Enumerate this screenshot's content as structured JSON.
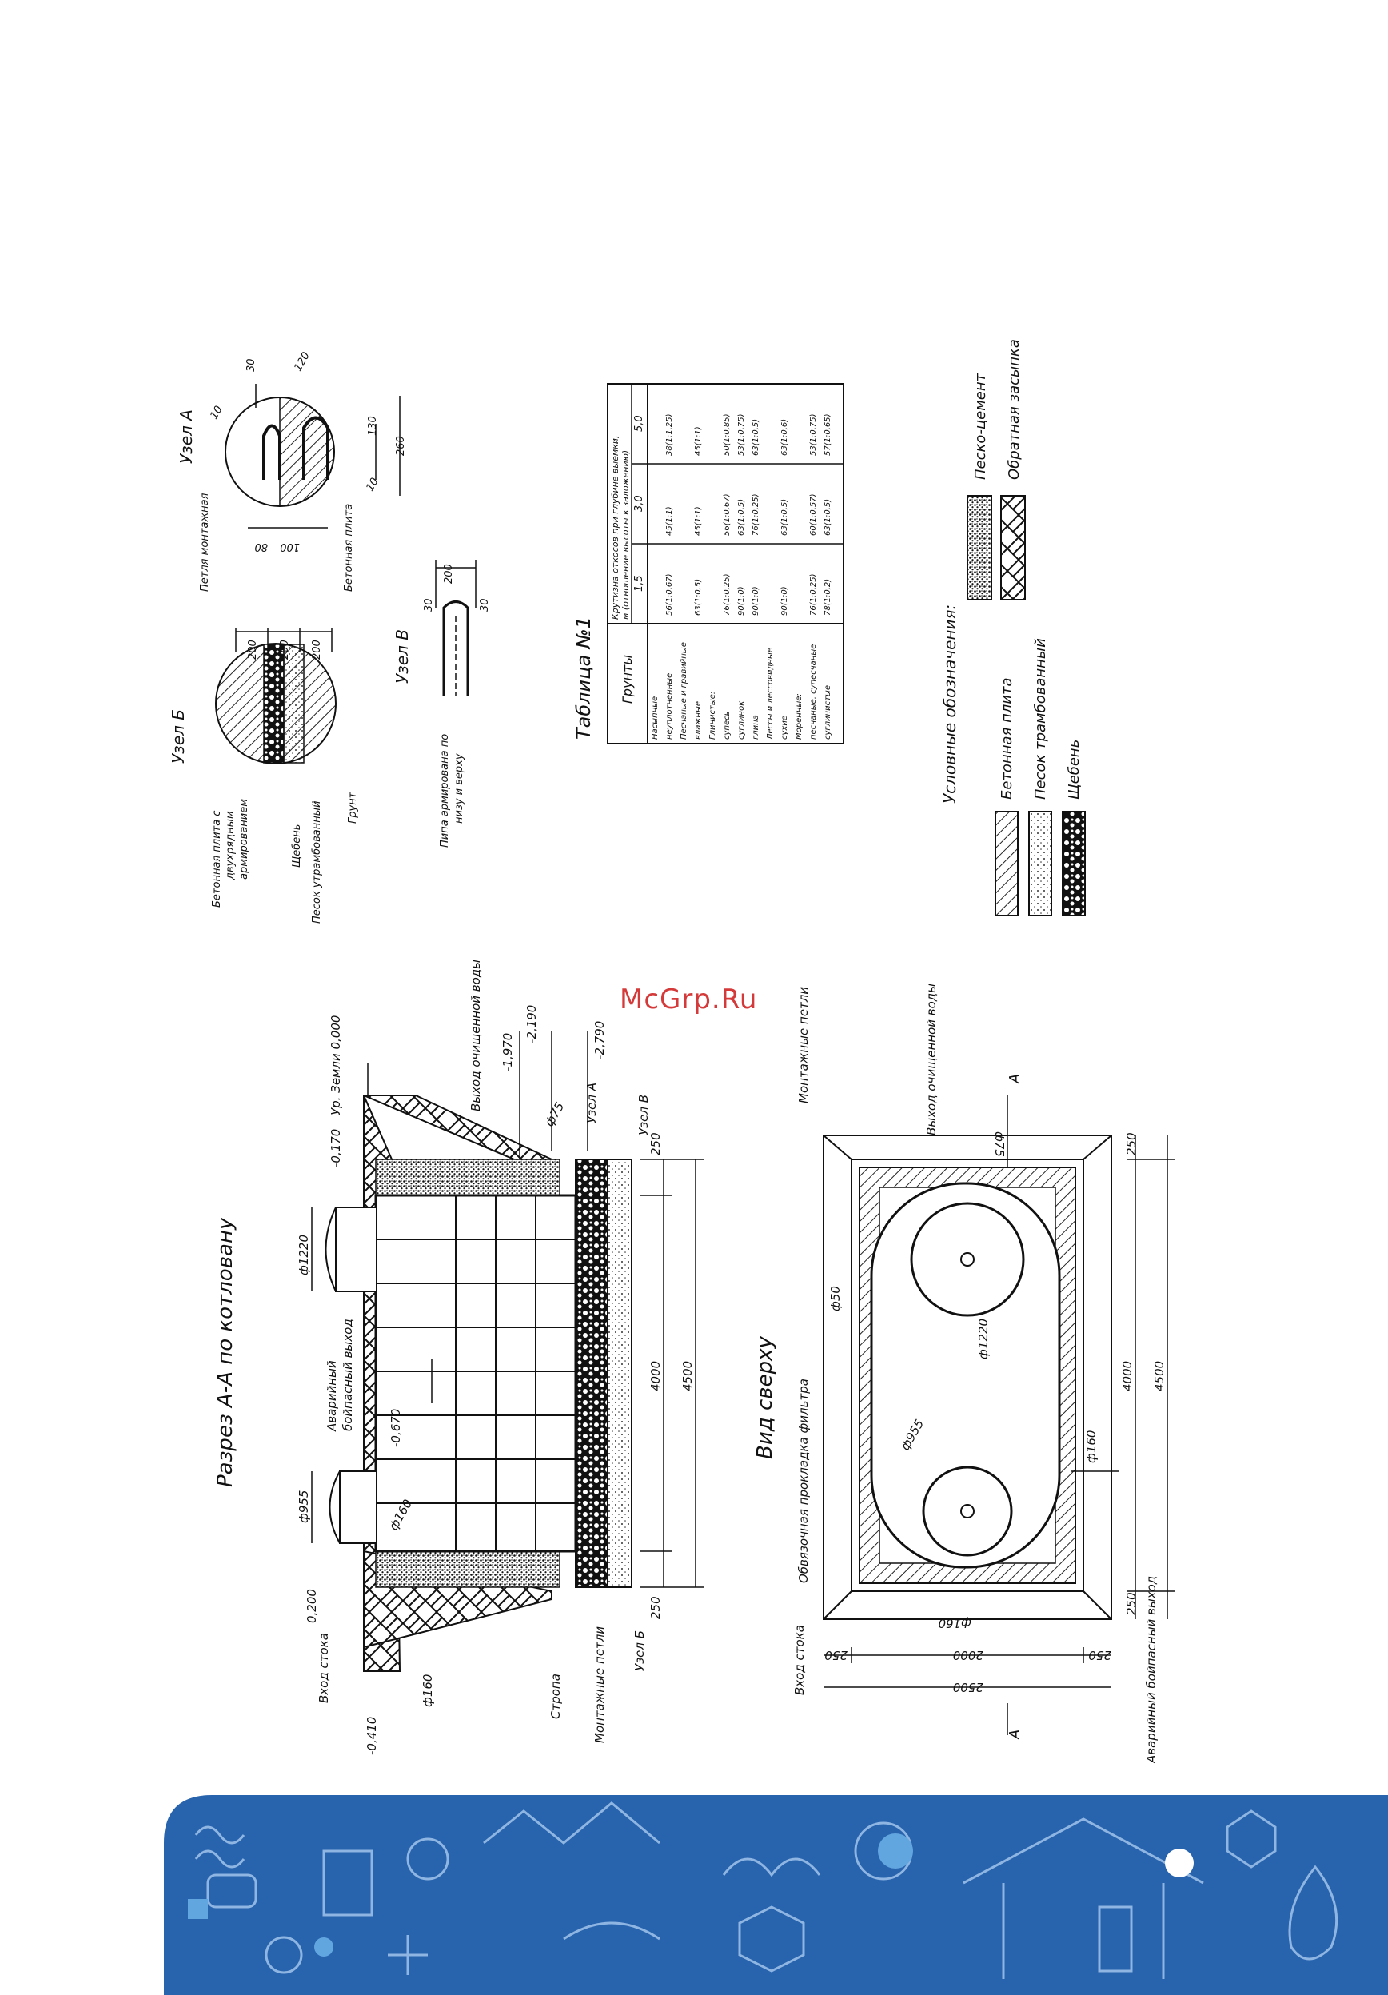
{
  "watermark": "McGrp.Ru",
  "section": {
    "title": "Разрез А-А по котловану",
    "labels": {
      "ground_level": "Ур. Земли 0,000",
      "level_0170": "-0,170",
      "level_0200": "0,200",
      "level_0410": "-0,410",
      "level_0670": "-0,670",
      "level_1970": "-1,970",
      "level_2190": "-2,190",
      "level_2790": "-2,790",
      "d1220": "ф1220",
      "d955": "ф955",
      "d160a": "ф160",
      "d160b": "ф160",
      "d75": "ф75",
      "emergency": "Аварийный",
      "emergency2": "бойпасный выход",
      "inlet": "Вход стока",
      "outlet": "Выход очищенной воды",
      "sling": "Стропа",
      "straps": "Монтажные петли",
      "node_a": "Узел А",
      "node_b": "Узел Б",
      "node_v": "Узел В",
      "dim_250a": "250",
      "dim_250b": "250",
      "dim_4000": "4000",
      "dim_4500": "4500"
    }
  },
  "top_view": {
    "title": "Вид сверху",
    "labels": {
      "straps": "Монтажные петли",
      "outlet": "Выход очищенной воды",
      "film": "Обвязочная прокладка фильтра",
      "inlet": "Вход стока",
      "emergency": "Аварийный бойпасный выход",
      "d1220": "ф1220",
      "d955": "ф955",
      "d160a": "ф160",
      "d160b": "ф160",
      "d75": "ф75",
      "d50": "ф50",
      "dim_250a": "250",
      "dim_250b": "250",
      "dim_250c": "250",
      "dim_250d": "250",
      "dim_4000": "4000",
      "dim_4500": "4500",
      "dim_2000": "2000",
      "dim_2500": "2500",
      "cut_a1": "А",
      "cut_a2": "А"
    }
  },
  "node_b": {
    "title": "Узел Б",
    "labels": {
      "slab": "Бетонная плита с",
      "slab2": "двухрядным",
      "slab3": "армированием",
      "gravel": "Щебень",
      "sand": "Песок утрамбованный",
      "soil": "Грунт",
      "dim_200a": "200",
      "dim_200b": "200",
      "dim_200c": "200"
    }
  },
  "node_a": {
    "title": "Узел А",
    "labels": {
      "loop": "Петля монтажная",
      "slab": "Бетонная плита",
      "dim_30": "30",
      "dim_120": "120",
      "dim_10a": "10",
      "dim_10b": "10",
      "dim_80": "80",
      "dim_100": "100",
      "dim_130": "130",
      "dim_260": "260"
    }
  },
  "node_v": {
    "title": "Узел В",
    "labels": {
      "pipe": "Пипа армирована по",
      "pipe2": "низу и верху",
      "dim_200": "200",
      "dim_30a": "30",
      "dim_30b": "30"
    }
  },
  "table": {
    "title": "Таблица №1",
    "header_soil": "Грунты",
    "header_top": "Крутизна откосов при глубине выемки,",
    "header_top2": "м (отношение высоты к заложению)",
    "depths": [
      "1,5",
      "3,0",
      "5,0"
    ],
    "rows": [
      {
        "soil": "Насыпные",
        "vals": [
          "",
          "",
          ""
        ]
      },
      {
        "soil": "неуплотненные",
        "vals": [
          "56(1:0,67)",
          "45(1:1)",
          "38(1:1,25)"
        ]
      },
      {
        "soil": "Песчаные и гравийные",
        "vals": [
          "",
          "",
          ""
        ]
      },
      {
        "soil": "влажные",
        "vals": [
          "63(1:0,5)",
          "45(1:1)",
          "45(1:1)"
        ]
      },
      {
        "soil": "Глинистые:",
        "vals": [
          "",
          "",
          ""
        ]
      },
      {
        "soil": "супесь",
        "vals": [
          "76(1:0,25)",
          "56(1:0,67)",
          "50(1:0,85)"
        ]
      },
      {
        "soil": "суглинок",
        "vals": [
          "90(1:0)",
          "63(1:0,5)",
          "53(1:0,75)"
        ]
      },
      {
        "soil": "глина",
        "vals": [
          "90(1:0)",
          "76(1:0,25)",
          "63(1:0,5)"
        ]
      },
      {
        "soil": "Лессы и лессовидные",
        "vals": [
          "",
          "",
          ""
        ]
      },
      {
        "soil": "сухие",
        "vals": [
          "90(1:0)",
          "63(1:0,5)",
          "63(1:0,6)"
        ]
      },
      {
        "soil": "Моренные:",
        "vals": [
          "",
          "",
          ""
        ]
      },
      {
        "soil": "песчаные, супесчаные",
        "vals": [
          "76(1:0,25)",
          "60(1:0,57)",
          "53(1:0,75)"
        ]
      },
      {
        "soil": "суглинистые",
        "vals": [
          "78(1:0,2)",
          "63(1:0,5)",
          "57(1:0,65)"
        ]
      }
    ]
  },
  "legend": {
    "title": "Условные обозначения:",
    "items": [
      "Бетонная плита",
      "Песок трамбованный",
      "Щебень",
      "Песко-цемент",
      "Обратная засыпка"
    ]
  }
}
